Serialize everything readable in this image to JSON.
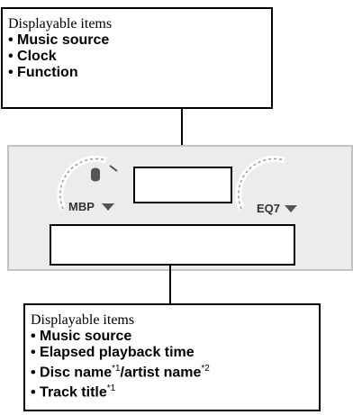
{
  "top_callout": {
    "title": "Displayable items",
    "items": [
      "• Music source",
      "• Clock",
      "• Function"
    ]
  },
  "bottom_callout": {
    "title": "Displayable items",
    "items": [
      {
        "text": "• Music source"
      },
      {
        "text": "• Elapsed playback time"
      },
      {
        "text": "• Disc name",
        "sup1": "*1",
        "text2": "/artist name",
        "sup2": "*2"
      },
      {
        "text": "• Track title",
        "sup1": "*1"
      }
    ]
  },
  "panel": {
    "left_knob_label": "MBP",
    "right_knob_label": "EQ7"
  }
}
